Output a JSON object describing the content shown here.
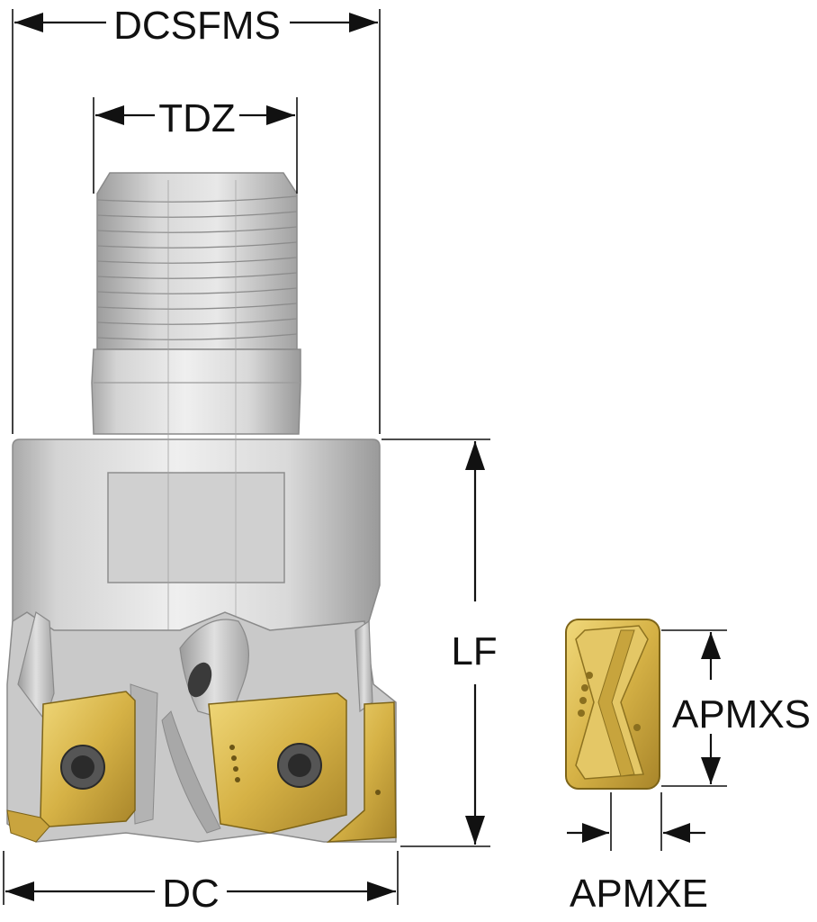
{
  "dimensions": {
    "dcsfms": "DCSFMS",
    "tdz": "TDZ",
    "lf": "LF",
    "dc": "DC",
    "apmxs": "APMXS",
    "apmxe": "APMXE"
  },
  "colors": {
    "steel_light": "#e6e6e6",
    "steel_mid": "#c4c4c4",
    "steel_dark": "#8e8e8e",
    "insert_gold": "#d9b84a",
    "insert_dark": "#9c7f22",
    "line": "#111111"
  }
}
